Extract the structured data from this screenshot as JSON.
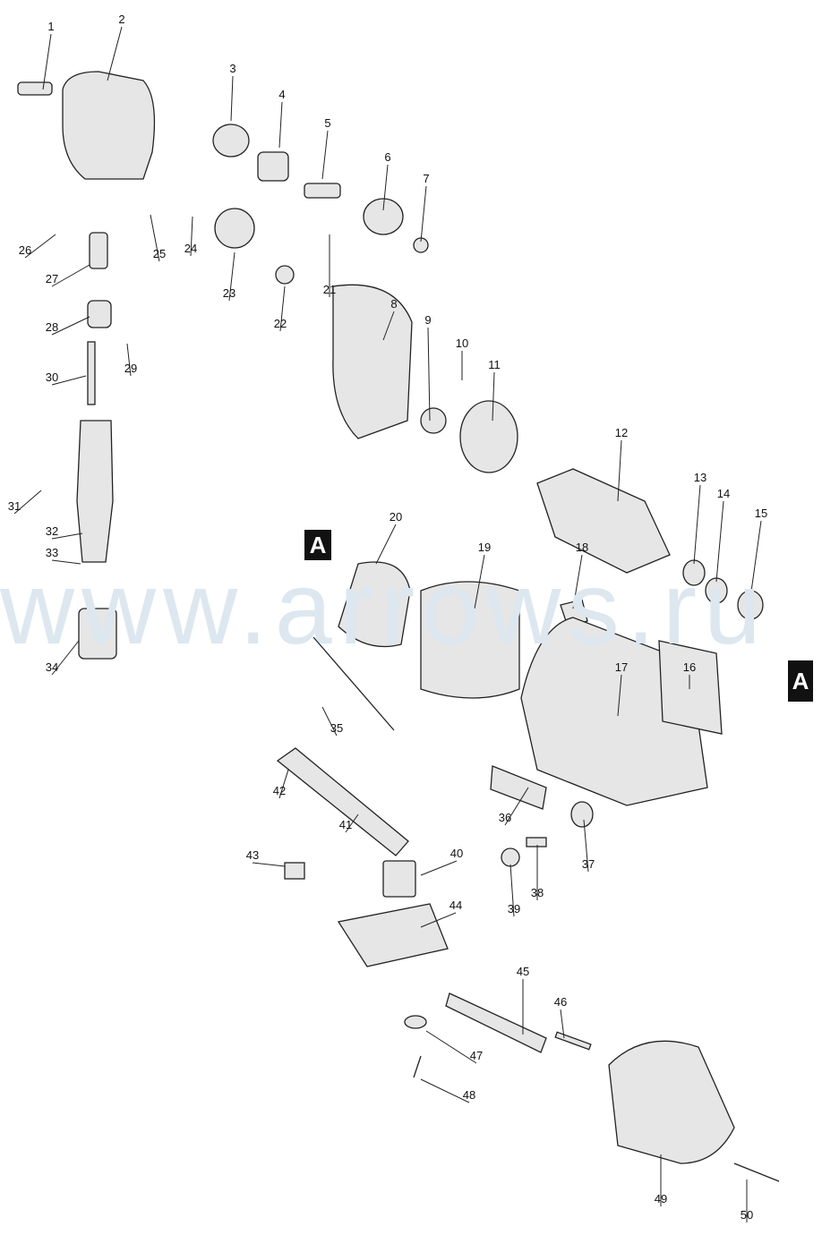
{
  "watermark": "www.arrows.ru",
  "reference_marker": "A",
  "part_numbers": [
    "1",
    "2",
    "3",
    "4",
    "5",
    "6",
    "7",
    "8",
    "9",
    "10",
    "11",
    "12",
    "13",
    "14",
    "15",
    "16",
    "17",
    "18",
    "19",
    "20",
    "21",
    "22",
    "23",
    "24",
    "25",
    "26",
    "27",
    "28",
    "29",
    "30",
    "31",
    "32",
    "33",
    "34",
    "35",
    "36",
    "37",
    "38",
    "39",
    "40",
    "41",
    "42",
    "43",
    "44",
    "45",
    "46",
    "47",
    "48",
    "49",
    "50"
  ],
  "colors": {
    "watermark": "#dde7ef",
    "part_fill": "#e6e6e6",
    "line": "#222222"
  }
}
